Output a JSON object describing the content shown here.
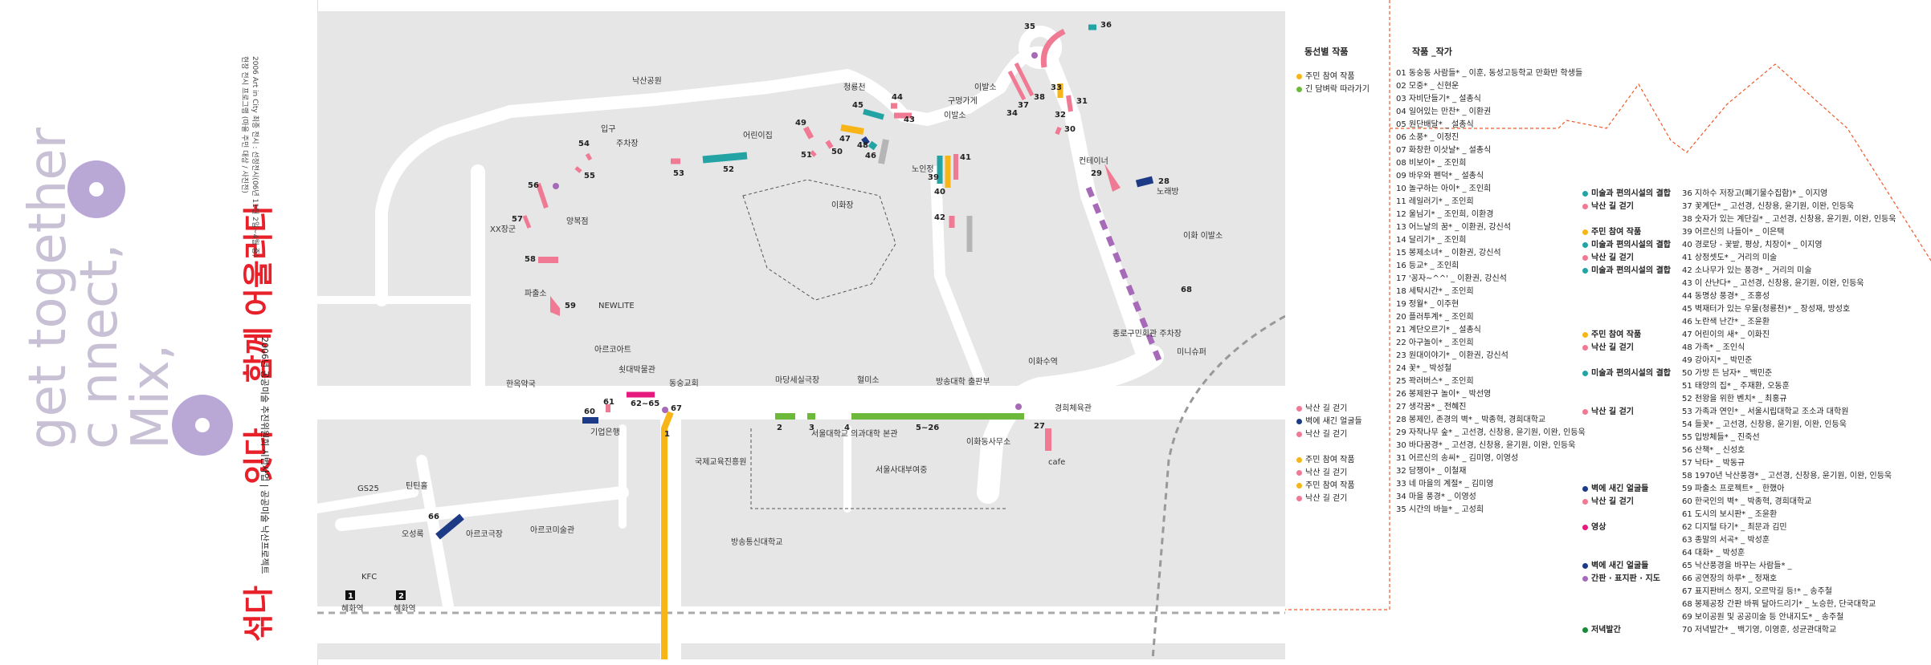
{
  "title_panel": {
    "slogan_lines": [
      "Mix,",
      "c  nnect,",
      "get together"
    ],
    "korean_title": [
      "섞다",
      "잇다",
      "함께 어울리다"
    ],
    "subtitle_line1": "2006년 공공미술 추진위원회 시범사업 | 공공미술 낙산프로젝트",
    "subtitle_line2": "2006 Art in City 최종 전시 : 선정전시(06년 11월 2일~4월 중)",
    "subtitle_line3": "현장 전시 프로그램 (마을 주민 대상 / 사진전)",
    "colors": {
      "slogan": "#c8c0d4",
      "korean": "#e8202a",
      "circle": "#b9a8d6"
    }
  },
  "map": {
    "place_labels": {
      "naksan_park": "낙산공원",
      "entrance": "입구",
      "parking": "주차장",
      "xx_soldier": "XX장군",
      "yangbokjeom": "양복점",
      "pasulso": "파출소",
      "newlite": "NEWLITE",
      "apartment": "아르코아트",
      "ssat_museum": "쇳대박물관",
      "dongsung_church": "동숭교회",
      "madang_theater": "마당세실극장",
      "hyeolmiso": "혈미소",
      "broadcast": "방송대학 출판부",
      "hanok_pharmacy": "한옥약국",
      "bank": "기업은행",
      "heagong": "어린이집",
      "gwangang": "국제교육진흥원",
      "seoul_med": "서울대학교 의과대학 본관",
      "seoul_kinder": "서울사대부여중",
      "broad_univ": "방송통신대학교",
      "arko_museum": "아르코미술관",
      "arko_theater": "아르코극장",
      "osseong": "오성록",
      "tinteol": "틴틴홀",
      "gs25": "GS25",
      "kfc": "KFC",
      "hyehwa1": "혜화역",
      "hyehwa2": "혜화역",
      "ihwajang": "이화장",
      "norwon": "노인정",
      "ibalso1": "이발소",
      "ibalso2": "이발소",
      "gugeomgage": "구멍가게",
      "container": "컨테이너",
      "noraebang": "노래방",
      "ihwa_ibalso": "이화\n이발소",
      "jongno_parking": "종로구민회관\n주차장",
      "minimart": "미니슈퍼",
      "ihwasuyeok": "이화수역",
      "gyeonghwa": "경희체육관",
      "ihwa_dongsa": "이화동사무소",
      "cafe": "cafe",
      "cheongun": "청룡천"
    },
    "exit_numbers": [
      "1",
      "2"
    ],
    "site_numbers": [
      "1",
      "2",
      "3",
      "4",
      "5~26",
      "27",
      "28",
      "29",
      "30",
      "31",
      "32",
      "33",
      "34",
      "35",
      "36",
      "37",
      "38",
      "39",
      "40",
      "41",
      "42",
      "43",
      "44",
      "45",
      "46",
      "47",
      "48",
      "49",
      "50",
      "51",
      "52",
      "53",
      "54",
      "55",
      "56",
      "57",
      "58",
      "59",
      "60",
      "61",
      "62~65",
      "66",
      "67",
      "68"
    ],
    "colors": {
      "road": "#ffffff",
      "block": "#e6e6e6",
      "pink": "#f07a93",
      "teal": "#24a3a5",
      "yellow": "#f7b518",
      "navy": "#1d3a87",
      "purple": "#a66ab8",
      "gray": "#b5b5b5",
      "green": "#6dba3a",
      "magenta": "#e6197f",
      "orange": "#f05a28"
    }
  },
  "legend": {
    "col1_header": "동선별 작품",
    "col1_items": [
      {
        "label": "주민 참여 작품",
        "color": "#f7b518"
      },
      {
        "label": "긴 담벼락 따라가기",
        "color": "#6dba3a"
      }
    ],
    "col1_groups": [
      [
        {
          "label": "낙산 길 걷기",
          "color": "#f07a93"
        },
        {
          "label": "벽에 새긴 얼굴들",
          "color": "#1d3a87"
        },
        {
          "label": "낙산 길 걷기",
          "color": "#f07a93"
        }
      ],
      [
        {
          "label": "주민 참여 작품",
          "color": "#f7b518"
        },
        {
          "label": "낙산 길 걷기",
          "color": "#f07a93"
        },
        {
          "label": "주민 참여 작품",
          "color": "#f7b518"
        },
        {
          "label": "낙산 길 걷기",
          "color": "#f07a93"
        }
      ]
    ],
    "col2_header": "작품 _작가",
    "works_1": [
      "01 동숭동 사람들* _ 이훈, 동성고등학교 만화반 학생들",
      "02 모중* _ 신현운",
      "03 자비단들기* _ 설총식",
      "04 일어있는 만찬* _ 이환권",
      "05 원단배달* _ 설총식",
      "06 소풍* _ 이정진",
      "07 화창한 이삿날* _ 설총식",
      "08 비보이* _ 조인희",
      "09 바우와 펜덕* _ 설총식",
      "10 놀구하는 아이* _ 조인희",
      "11 레일러기* _ 조인희",
      "12 울님기* _ 조인희, 이환경",
      "13 어느날의 꿈* _ 이환권, 강신석",
      "14 달리기* _ 조인희",
      "15 봉제소녀* _ 이환권, 강신석",
      "16 등교* _ 조인희",
      "17 '꽁자~^^' _ 이환권, 강신석",
      "18 세탁시간* _ 조인희",
      "19 정월* _ 이주현",
      "20 플러투계* _ 조인희",
      "21 계단오르기* _ 설총식",
      "22 아구놀이* _ 조인희",
      "23 원대이야기* _ 이환권, 강신석",
      "24 꽃* _ 박성철",
      "25 꽉러버스* _ 조인희",
      "26 봉제완구 놀이* _ 박선영",
      "27 생각꿈* _ 전혜진",
      "28 봉제인, 존경의 벽* _ 박종혁, 경희대학교",
      "29 자작나무 숲* _ 고선경, 신창용, 윤기원, 이완, 인등욱",
      "30 바다꿈경* _ 고선경, 신창용, 윤기원, 이완, 인등욱",
      "31 어르신의 송씨* _ 김미영, 이영성",
      "32 담쟁이* _ 이철재",
      "33 네 마을의 계절* _ 김미영",
      "34 마을 풍경* _ 이영성",
      "35 시간의 바늘* _ 고성희"
    ],
    "works_2": [
      "36 지하수 저장고(폐기물수집함)* _ 이지영",
      "37 꽃계단* _ 고선경, 신창용, 윤기원, 이완, 인등욱",
      "38 숫자가 있는 계단길* _ 고선경, 신창용, 윤기원, 이완, 인등욱",
      "39 어르신의 나들이* _ 이은택",
      "40 경로당 - 꽃밭, 평상, 치장이* _ 이지영",
      "41 상정셋도* _ 거리의 미술",
      "42 소나무가 있는 풍경* _ 거리의 미술",
      "43 이 산냔다* _ 고선경, 신창용, 윤기원, 이완, 인등욱",
      "44 동명상 풍경* _ 조홍성",
      "45 벽재터가 있는 우물(청룡천)* _ 장성재, 방성호",
      "46 노란색 난간* _ 조윤환",
      "47 어린이의 새* _ 이화진",
      "48 가족* _ 조인식",
      "49 강아지* _ 박민준",
      "50 가방 든 남자* _ 백민준",
      "51 태양의 집* _ 주재환, 오동훈",
      "52 천왕을 위한 벤치* _ 최홍규",
      "53 가족과 연인* _ 서울시립대학교 조소과 대학원",
      "54 들꽃* _ 고선경, 신창용, 윤기원, 이완, 인등욱",
      "55 입방체들* _ 진죽선",
      "56 산책* _ 신성호",
      "57 낙타* _ 박동규",
      "58 1970년 낙산풍경* _ 고선경, 신창용, 윤기원, 이완, 인등욱",
      "59 파출소 프로젝트* _ 한했아",
      "60 한국인의 벽* _ 박종혁, 경희대학교",
      "61 도시의 보시판* _ 조윤환",
      "62 디지털 타기* _ 최문과 김민",
      "63 종말의 서곡* _ 박성훈",
      "64 대화* _ 박성훈",
      "65 낙산풍경을 바꾸는 사람들* _",
      "66 공연장의 하루* _ 정재호",
      "67 표지판버스 정지, 오르막길 등!* _ 송주철",
      "68 봉제공장 간판 바꿔 달아드리기* _ 노승한, 단국대학교",
      "69 보이공원 및 공공미술 등 안내지도* _ 송주철",
      "70 저녁발간* _ 백기영, 이영훈, 성균관대학교"
    ],
    "cats_2": [
      {
        "label": "미술과 편의시설의 결합",
        "color": "#24a3a5"
      },
      {
        "label": "낙산 길 걷기",
        "color": "#f07a93"
      },
      {
        "label": "주민 참여 작품",
        "color": "#f7b518"
      },
      {
        "label": "미술과 편의시설의 결합",
        "color": "#24a3a5"
      },
      {
        "label": "낙산 길 걷기",
        "color": "#f07a93"
      },
      {
        "label": "미술과 편의시설의 결합",
        "color": "#24a3a5"
      },
      {
        "label": "주민 참여 작품",
        "color": "#f7b518"
      },
      {
        "label": "낙산 길 걷기",
        "color": "#f07a93"
      },
      {
        "label": "미술과 편의시설의 결합",
        "color": "#24a3a5"
      },
      {
        "label": "낙산 길 걷기",
        "color": "#f07a93"
      },
      {
        "label": "벽에 새긴 얼굴들",
        "color": "#1d3a87"
      },
      {
        "label": "낙산 길 걷기",
        "color": "#f07a93"
      },
      {
        "label": "영상",
        "color": "#e6197f"
      },
      {
        "label": "벽에 새긴 얼굴들",
        "color": "#1d3a87"
      },
      {
        "label": "간판 · 표지판 · 지도",
        "color": "#a66ab8"
      },
      {
        "label": "저녁발간",
        "color": "#1a8a3a"
      }
    ]
  }
}
